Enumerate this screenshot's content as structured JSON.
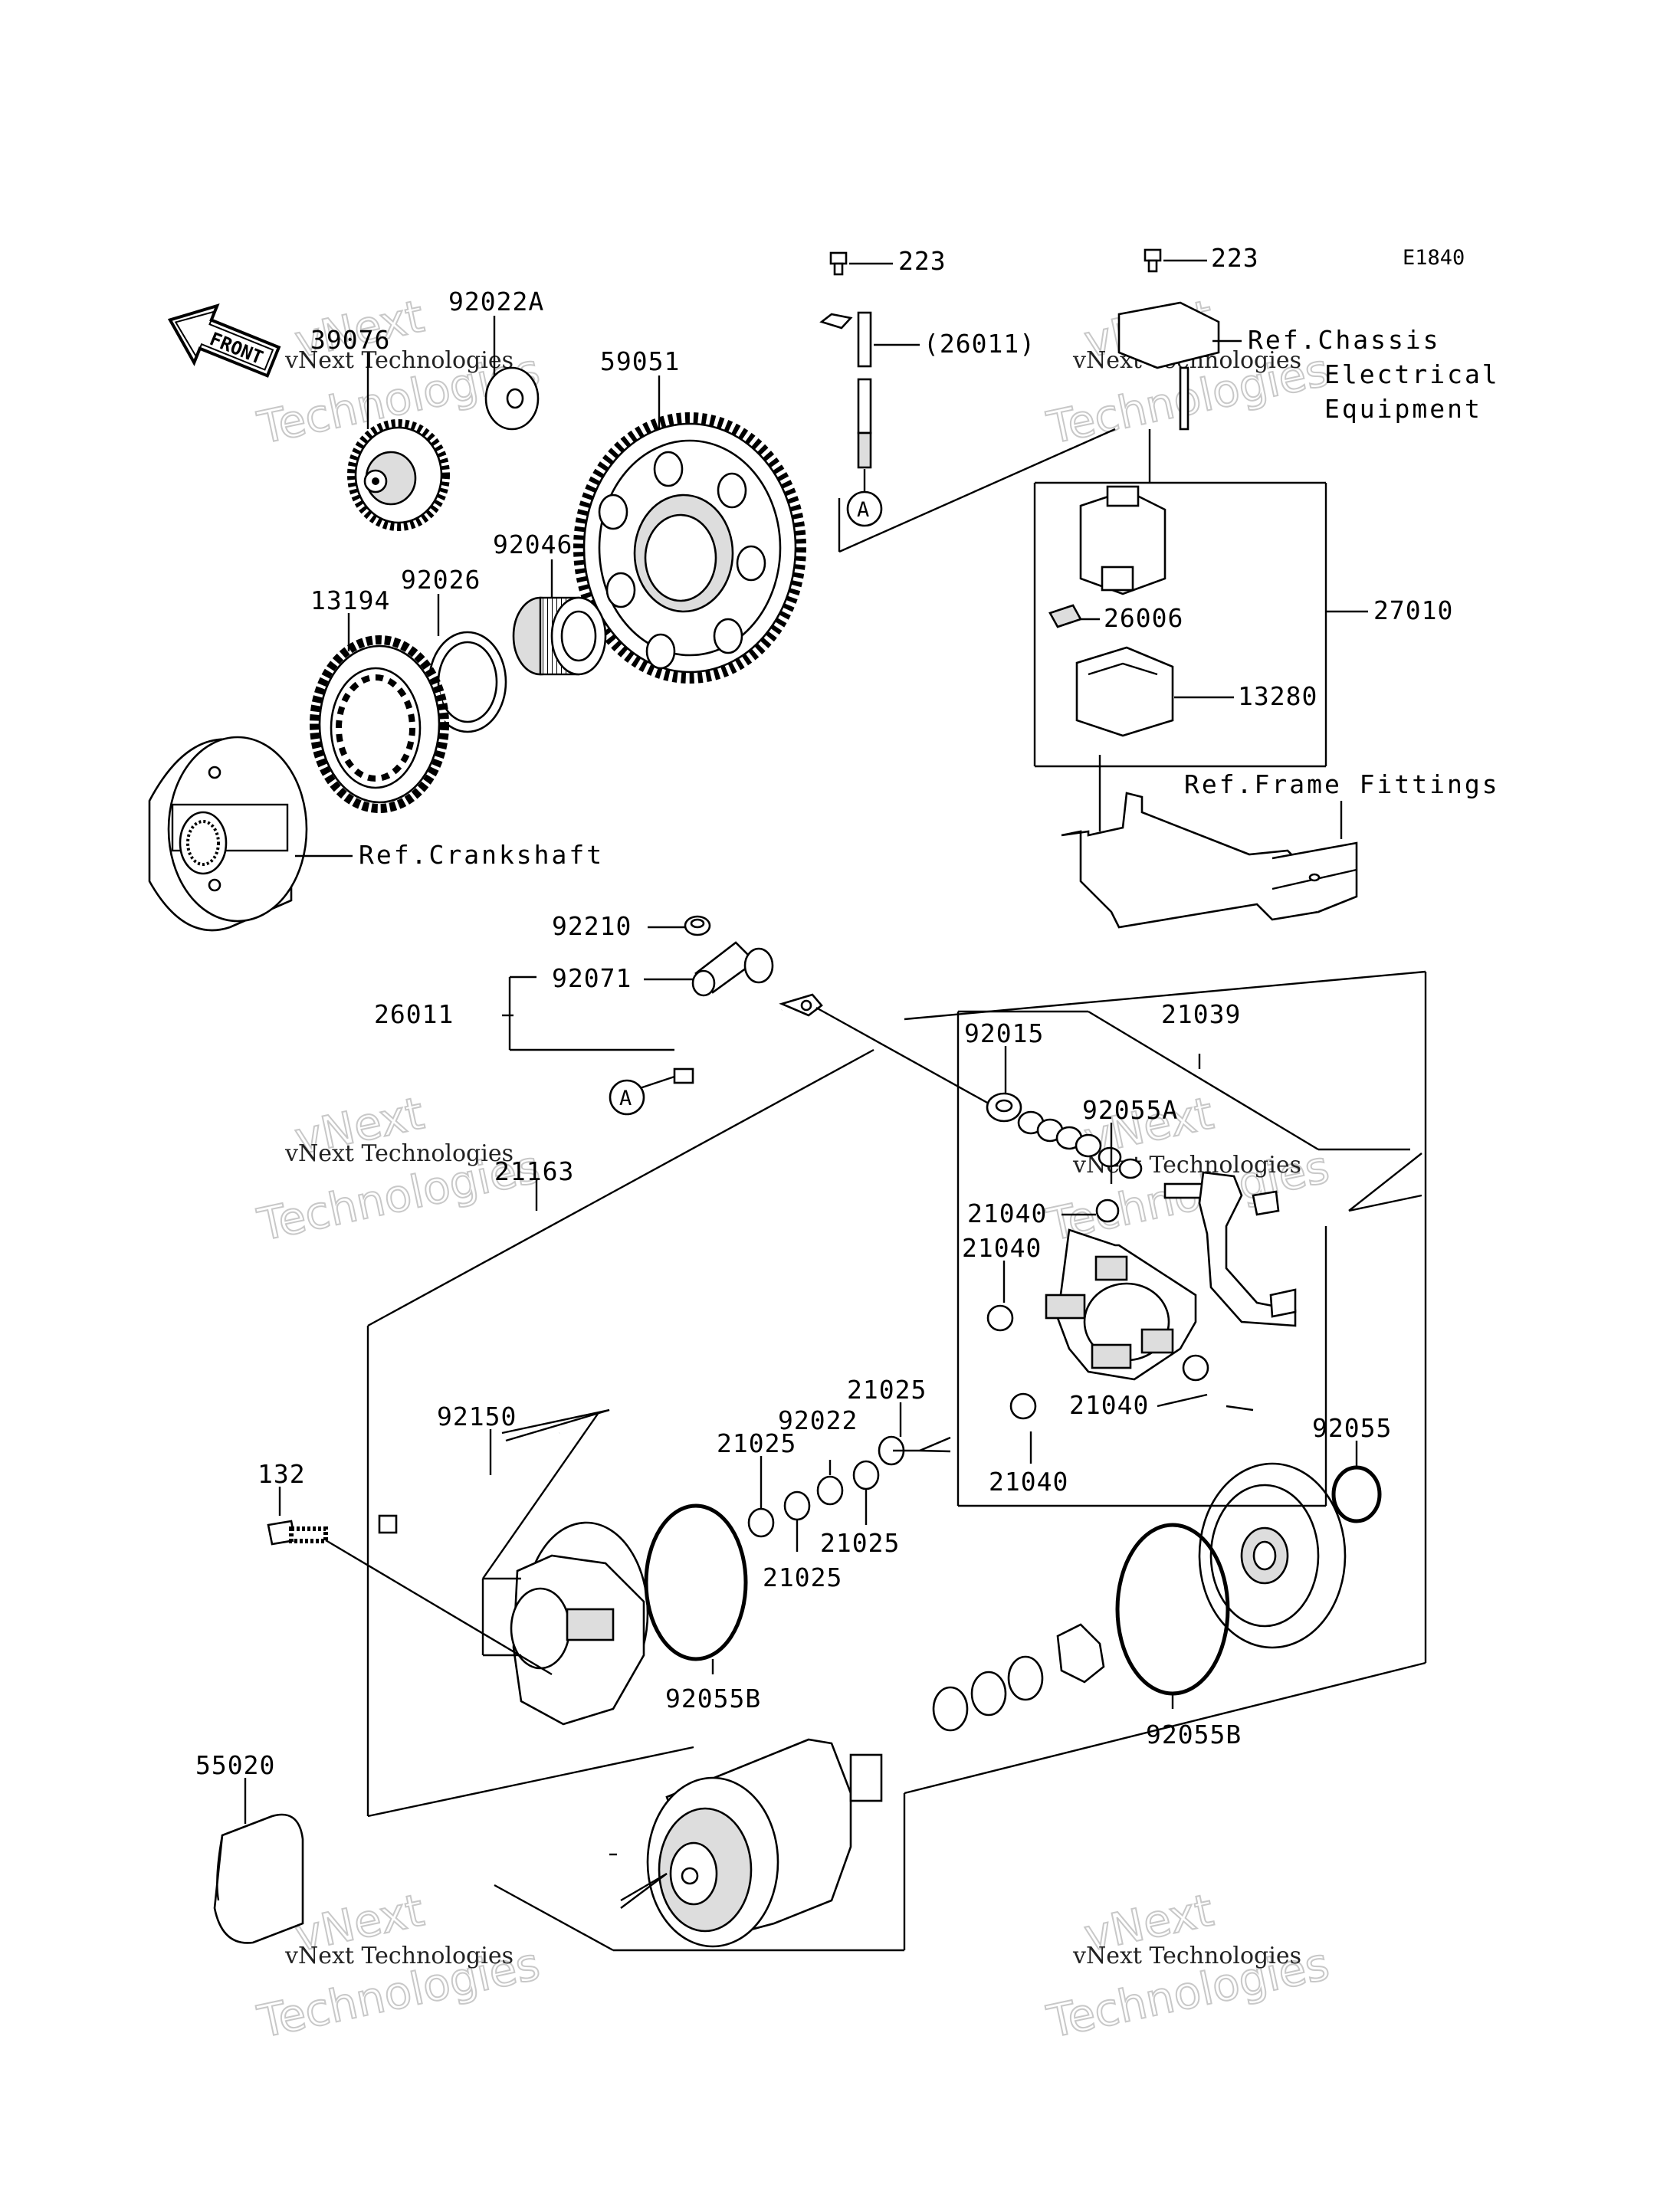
{
  "diagram_code": "E1840",
  "front_arrow_label": "FRONT",
  "circle_marker": "A",
  "watermarks": {
    "line1": "vNext",
    "line2": "vNext Technologies",
    "line3": "Technologies"
  },
  "part_labels": {
    "p223_left": "223",
    "p223_right": "223",
    "p26011_paren": "(26011)",
    "p92022a": "92022A",
    "p39076": "39076",
    "p59051": "59051",
    "p92046": "92046",
    "p92026": "92026",
    "p13194": "13194",
    "p26006": "26006",
    "p27010": "27010",
    "p13280": "13280",
    "p92210": "92210",
    "p92071": "92071",
    "p26011": "26011",
    "p21039": "21039",
    "p92015": "92015",
    "p92055a": "92055A",
    "p21163": "21163",
    "p21040_a": "21040",
    "p21040_b": "21040",
    "p21040_c": "21040",
    "p21040_d": "21040",
    "p21025_a": "21025",
    "p21025_b": "21025",
    "p21025_c": "21025",
    "p21025_d": "21025",
    "p92022": "92022",
    "p92055": "92055",
    "p92150": "92150",
    "p132": "132",
    "p92055b_left": "92055B",
    "p92055b_right": "92055B",
    "p55020": "55020"
  },
  "references": {
    "chassis_line1": "Ref.Chassis",
    "chassis_line2": "Electrical",
    "chassis_line3": "Equipment",
    "frame": "Ref.Frame Fittings",
    "crankshaft": "Ref.Crankshaft"
  },
  "colors": {
    "ink": "#000000",
    "paper": "#ffffff",
    "watermark": "#c8c8c8"
  }
}
